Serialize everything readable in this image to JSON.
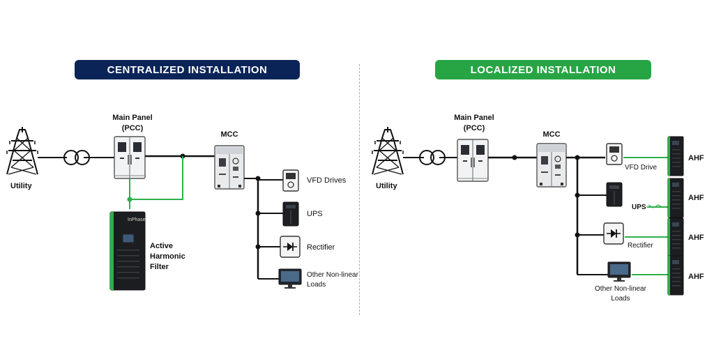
{
  "headers": {
    "left": "CENTRALIZED INSTALLATION",
    "right": "LOCALIZED INSTALLATION",
    "left_color": "#0b2458",
    "right_color": "#27a545"
  },
  "centralized": {
    "utility": "Utility",
    "main_panel_1": "Main Panel",
    "main_panel_2": "(PCC)",
    "mcc": "MCC",
    "filter_brand": "InPhase",
    "filter_1": "Active",
    "filter_2": "Harmonic",
    "filter_3": "Filter",
    "loads": [
      "VFD Drives",
      "UPS",
      "Rectifier",
      "Other Non-linear",
      "Loads"
    ]
  },
  "localized": {
    "utility": "Utility",
    "main_panel_1": "Main Panel",
    "main_panel_2": "(PCC)",
    "mcc": "MCC",
    "loads": [
      "VFD Drive",
      "UPS",
      "Rectifier",
      "Other Non-linear",
      "Loads"
    ],
    "ahf": [
      "AHF",
      "AHF",
      "AHF",
      "AHF"
    ]
  },
  "colors": {
    "line": "#111111",
    "harmonic_line": "#2db04b"
  }
}
